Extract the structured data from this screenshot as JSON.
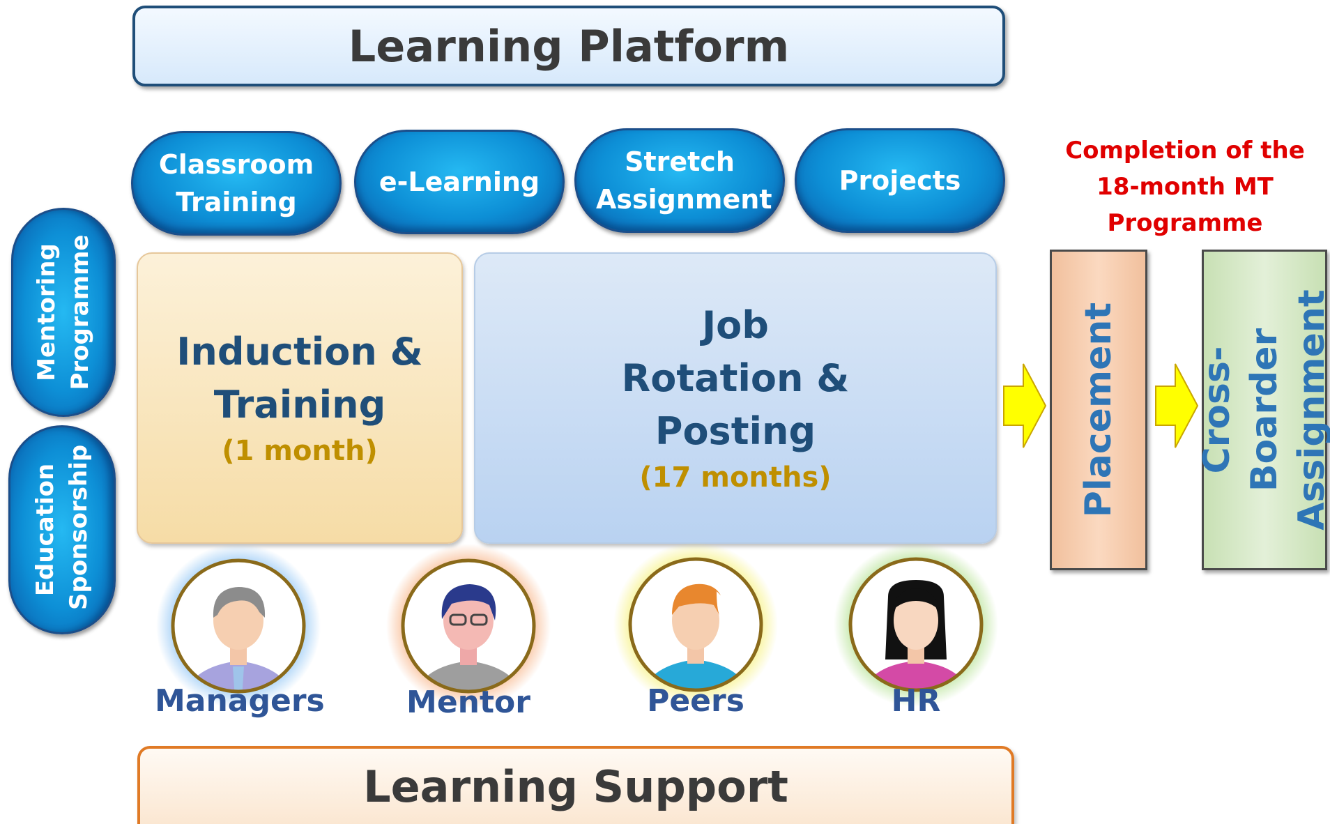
{
  "platform": {
    "title": "Learning Platform"
  },
  "methods": [
    {
      "label": "Classroom Training"
    },
    {
      "label": "e-Learning"
    },
    {
      "label": "Stretch Assignment"
    },
    {
      "label": "Projects"
    }
  ],
  "side_programmes": [
    {
      "label": "Mentoring Programme"
    },
    {
      "label": "Education Sponsorship"
    }
  ],
  "stages": [
    {
      "title": "Induction & Training",
      "duration": "(1 month)"
    },
    {
      "title": "Job Rotation & Posting",
      "duration": "(17 months)"
    }
  ],
  "completion": {
    "text": "Completion of the 18-month MT Programme"
  },
  "outcomes": [
    {
      "label": "Placement"
    },
    {
      "label": "Cross-Boarder Assignment"
    }
  ],
  "support_people": [
    {
      "label": "Managers",
      "glow": "#5aa9f0"
    },
    {
      "label": "Mentor",
      "glow": "#f4914f"
    },
    {
      "label": "Peers",
      "glow": "#f2ea3c"
    },
    {
      "label": "HR",
      "glow": "#8fd35c"
    }
  ],
  "support": {
    "title": "Learning Support"
  },
  "colors": {
    "arrow": "#ffff00",
    "completion_text": "#e00000",
    "pill_blue": "#0d8fd6"
  }
}
